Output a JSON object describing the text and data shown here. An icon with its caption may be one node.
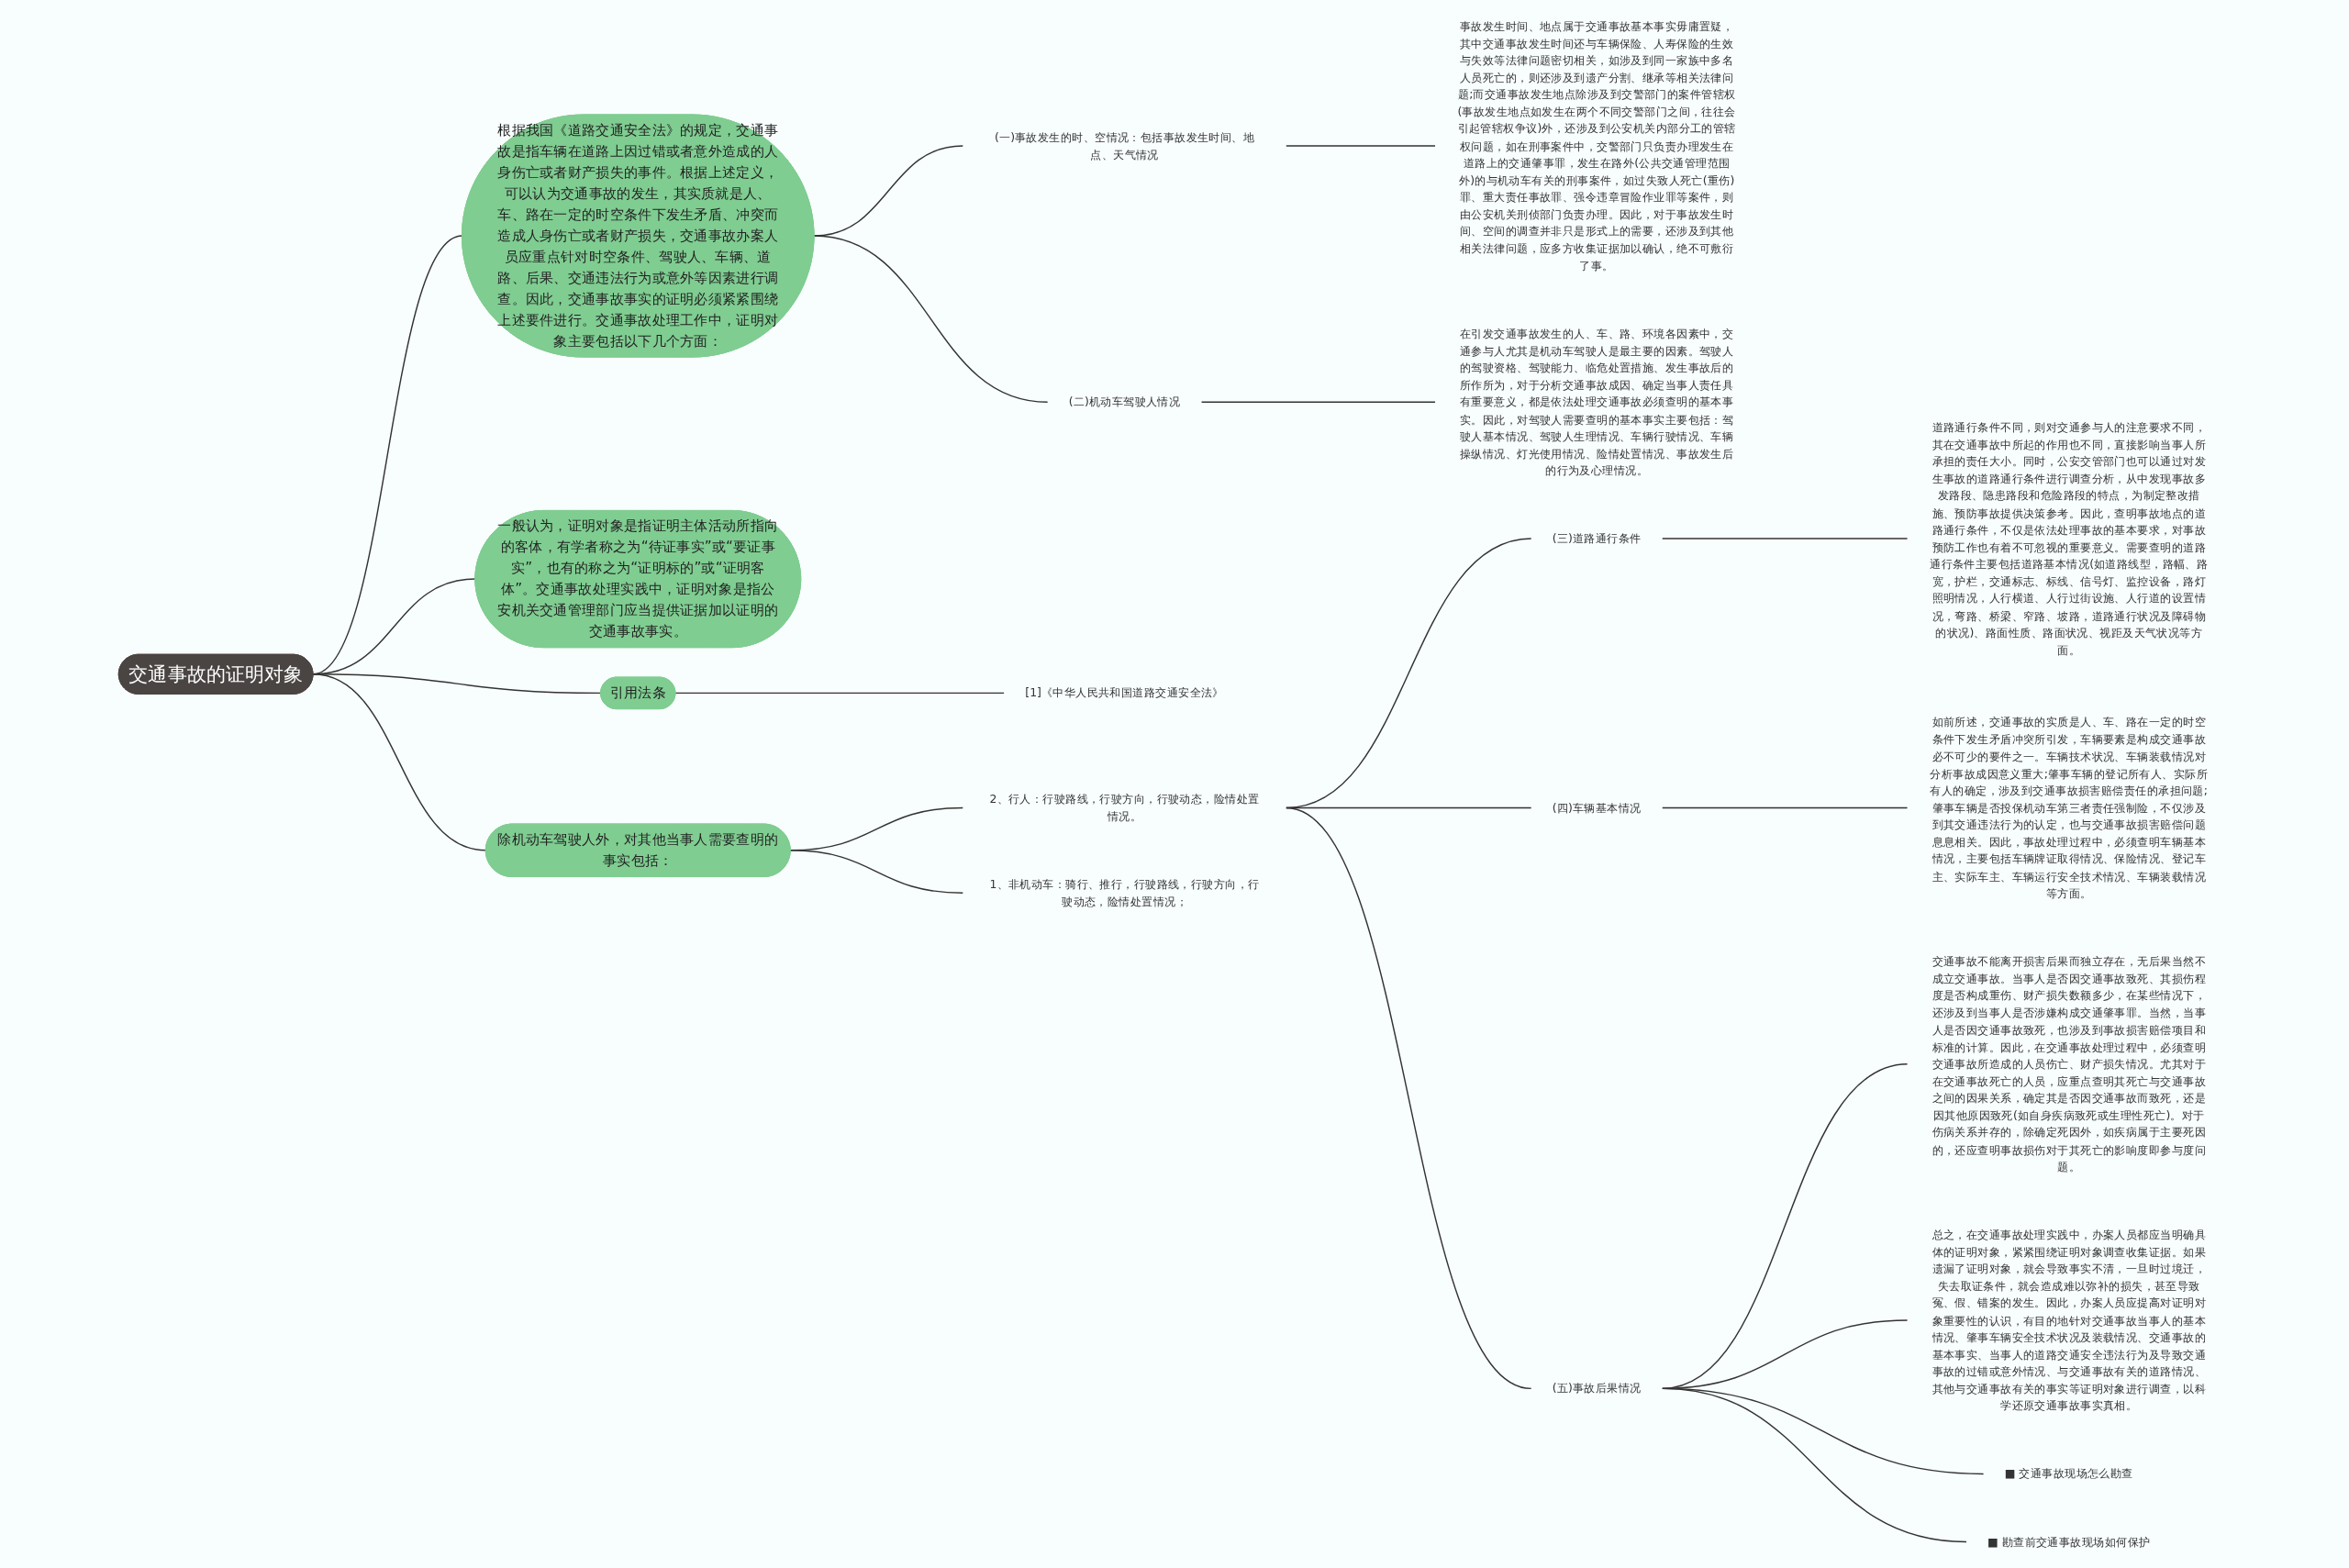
{
  "diagram": {
    "nodes": [
      {
        "text": [
          "交通事故的证明对象"
        ]
      },
      {
        "text": [
          "根据我国《道路交通安全法》的规定，交通事故是指车辆在道路上因过错或者意外造成的人身伤亡或者财产损失的事件。根据上述定义，可以认为交通事故的发生，其实质就是人、车、路在一定的时空条件下发生矛盾、冲突而造成人身伤亡或者财产损失，交通事故办案人员应重点针对时空条件、驾驶人、车辆、道路、后果、交通违法行为或意外等因素进行调查。因此，交通事故事实的证明必须紧紧围绕上述要件进行。交通事故处理工作中，证明对象主要包括以下几个方面："
        ]
      },
      {
        "text": [
          "(一)事故发生的时、空情况：包括事故发生时间、地点、天气情况"
        ]
      },
      {
        "text": [
          "事故发生时间、地点属于交通事故基本事实毋庸置疑，其中交通事故发生时间还与车辆保险、人寿保险的生效与失效等法律问题密切相关，如涉及到同一家族中多名人员死亡的，则还涉及到遗产分割、继承等相关法律问题;而交通事故发生地点除涉及到交警部门的案件管辖权(事故发生地点如发生在两个不同交警部门之间，往往会引起管辖权争议)外，还涉及到公安机关内部分工的管辖权问题，如在刑事案件中，交警部门只负责办理发生在道路上的交通肇事罪，发生在路外(公共交通管理范围外)的与机动车有关的刑事案件，如过失致人死亡(重伤)罪、重大责任事故罪、强令违章冒险作业罪等案件，则由公安机关刑侦部门负责办理。因此，对于事故发生时间、空间的调查并非只是形式上的需要，还涉及到其他相关法律问题，应多方收集证据加以确认，绝不可敷衍了事。"
        ]
      },
      {
        "text": [
          "(二)机动车驾驶人情况"
        ]
      },
      {
        "text": [
          "在引发交通事故发生的人、车、路、环境各因素中，交通参与人尤其是机动车驾驶人是最主要的因素。驾驶人的驾驶资格、驾驶能力、临危处置措施、发生事故后的所作所为，对于分析交通事故成因、确定当事人责任具有重要意义，都是依法处理交通事故必须查明的基本事实。因此，对驾驶人需要查明的基本事实主要包括：驾驶人基本情况、驾驶人生理情况、车辆行驶情况、车辆操纵情况、灯光使用情况、险情处置情况、事故发生后的行为及心理情况。"
        ]
      },
      {
        "text": [
          "一般认为，证明对象是指证明主体活动所指向的客体，有学者称之为“待证事实”或“要证事实”，也有的称之为“证明标的”或“证明客体”。交通事故处理实践中，证明对象是指公安机关交通管理部门应当提供证据加以证明的交通事故事实。"
        ]
      },
      {
        "text": [
          "引用法条"
        ]
      },
      {
        "text": [
          "[1]《中华人民共和国道路交通安全法》"
        ]
      },
      {
        "text": [
          "除机动车驾驶人外，对其他当事人需要查明的事实包括："
        ]
      },
      {
        "text": [
          "1、非机动车：骑行、推行，行驶路线，行驶方向，行驶动态，险情处置情况；"
        ]
      },
      {
        "text": [
          "2、行人：行驶路线，行驶方向，行驶动态，险情处置情况。"
        ]
      },
      {
        "text": [
          "(三)道路通行条件"
        ]
      },
      {
        "text": [
          "道路通行条件不同，则对交通参与人的注意要求不同，其在交通事故中所起的作用也不同，直接影响当事人所承担的责任大小。同时，公安交管部门也可以通过对发生事故的道路通行条件进行调查分析，从中发现事故多发路段、隐患路段和危险路段的特点，为制定整改措施、预防事故提供决策参考。因此，查明事故地点的道路通行条件，不仅是依法处理事故的基本要求，对事故预防工作也有着不可忽视的重要意义。需要查明的道路通行条件主要包括道路基本情况(如道路线型，路幅、路宽，护栏，交通标志、标线、信号灯、监控设备，路灯照明情况，人行横道、人行过街设施、人行道的设置情况，弯路、桥梁、窄路、坡路，道路通行状况及障碍物的状况)、路面性质、路面状况、视距及天气状况等方面。"
        ]
      },
      {
        "text": [
          "(四)车辆基本情况"
        ]
      },
      {
        "text": [
          "如前所述，交通事故的实质是人、车、路在一定的时空条件下发生矛盾冲突所引发，车辆要素是构成交通事故必不可少的要件之一。车辆技术状况、车辆装载情况对分析事故成因意义重大;肇事车辆的登记所有人、实际所有人的确定，涉及到交通事故损害赔偿责任的承担问题;肇事车辆是否投保机动车第三者责任强制险，不仅涉及到其交通违法行为的认定，也与交通事故损害赔偿问题息息相关。因此，事故处理过程中，必须查明车辆基本情况，主要包括车辆牌证取得情况、保险情况、登记车主、实际车主、车辆运行安全技术情况、车辆装载情况等方面。"
        ]
      },
      {
        "text": [
          "(五)事故后果情况"
        ]
      },
      {
        "text": [
          "交通事故不能离开损害后果而独立存在，无后果当然不成立交通事故。当事人是否因交通事故致死、其损伤程度是否构成重伤、财产损失数额多少，在某些情况下，还涉及到当事人是否涉嫌构成交通肇事罪。当然，当事人是否因交通事故致死，也涉及到事故损害赔偿项目和标准的计算。因此，在交通事故处理过程中，必须查明交通事故所造成的人员伤亡、财产损失情况。尤其对于在交通事故死亡的人员，应重点查明其死亡与交通事故之间的因果关系，确定其是否因交通事故而致死，还是因其他原因致死(如自身疾病致死或生理性死亡)。对于伤病关系并存的，除确定死因外，如疾病属于主要死因的，还应查明事故损伤对于其死亡的影响度即参与度问题。"
        ]
      },
      {
        "text": [
          "总之，在交通事故处理实践中，办案人员都应当明确具体的证明对象，紧紧围绕证明对象调查收集证据。如果遗漏了证明对象，就会导致事实不清，一旦时过境迁，失去取证条件，就会造成难以弥补的损失，甚至导致冤、假、错案的发生。因此，办案人员应提高对证明对象重要性的认识，有目的地针对交通事故当事人的基本情况、肇事车辆安全技术状况及装载情况、交通事故的基本事实、当事人的道路交通安全违法行为及导致交通事故的过错或意外情况、与交通事故有关的道路情况、其他与交通事故有关的事实等证明对象进行调查，以科学还原交通事故事实真相。"
        ]
      },
      {
        "text": [
          "■ 交通事故现场怎么勘查"
        ]
      },
      {
        "text": [
          "■ 勘查前交通事故现场如何保护"
        ]
      }
    ],
    "edges": [
      {
        "from": 0,
        "to": 1,
        "arrow": "none"
      },
      {
        "from": 0,
        "to": 6,
        "arrow": "none"
      },
      {
        "from": 0,
        "to": 7,
        "arrow": "none"
      },
      {
        "from": 0,
        "to": 9,
        "arrow": "none"
      },
      {
        "from": 1,
        "to": 2,
        "arrow": "none"
      },
      {
        "from": 1,
        "to": 4,
        "arrow": "none"
      },
      {
        "from": 2,
        "to": 3,
        "arrow": "none"
      },
      {
        "from": 4,
        "to": 5,
        "arrow": "none"
      },
      {
        "from": 7,
        "to": 8,
        "arrow": "none"
      },
      {
        "from": 9,
        "to": 10,
        "arrow": "none"
      },
      {
        "from": 9,
        "to": 11,
        "arrow": "none"
      },
      {
        "from": 11,
        "to": 12,
        "arrow": "none"
      },
      {
        "from": 11,
        "to": 14,
        "arrow": "none"
      },
      {
        "from": 11,
        "to": 16,
        "arrow": "none"
      },
      {
        "from": 12,
        "to": 13,
        "arrow": "none"
      },
      {
        "from": 14,
        "to": 15,
        "arrow": "none"
      },
      {
        "from": 16,
        "to": 17,
        "arrow": "none"
      },
      {
        "from": 16,
        "to": 18,
        "arrow": "none"
      },
      {
        "from": 16,
        "to": 19,
        "arrow": "none"
      },
      {
        "from": 16,
        "to": 20,
        "arrow": "none"
      }
    ]
  }
}
